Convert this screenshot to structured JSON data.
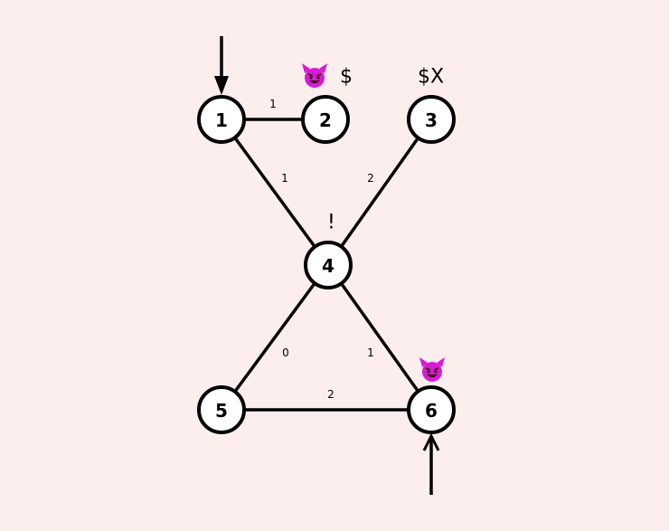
{
  "graph": {
    "nodes": [
      {
        "id": "1",
        "label": "1",
        "annotation": "",
        "devil": false,
        "start_arrow": "top"
      },
      {
        "id": "2",
        "label": "2",
        "annotation": "$",
        "devil": true
      },
      {
        "id": "3",
        "label": "3",
        "annotation": "$X",
        "devil": false
      },
      {
        "id": "4",
        "label": "4",
        "annotation": "!",
        "devil": false
      },
      {
        "id": "5",
        "label": "5",
        "annotation": "",
        "devil": false
      },
      {
        "id": "6",
        "label": "6",
        "annotation": "",
        "devil": true,
        "start_arrow": "bottom"
      }
    ],
    "edges": [
      {
        "from": "1",
        "to": "2",
        "weight": "1"
      },
      {
        "from": "1",
        "to": "4",
        "weight": "1"
      },
      {
        "from": "3",
        "to": "4",
        "weight": "2"
      },
      {
        "from": "4",
        "to": "5",
        "weight": "0"
      },
      {
        "from": "4",
        "to": "6",
        "weight": "1"
      },
      {
        "from": "5",
        "to": "6",
        "weight": "2"
      }
    ],
    "colors": {
      "background": "#fdeeee",
      "devil": "#d41cd4"
    }
  }
}
